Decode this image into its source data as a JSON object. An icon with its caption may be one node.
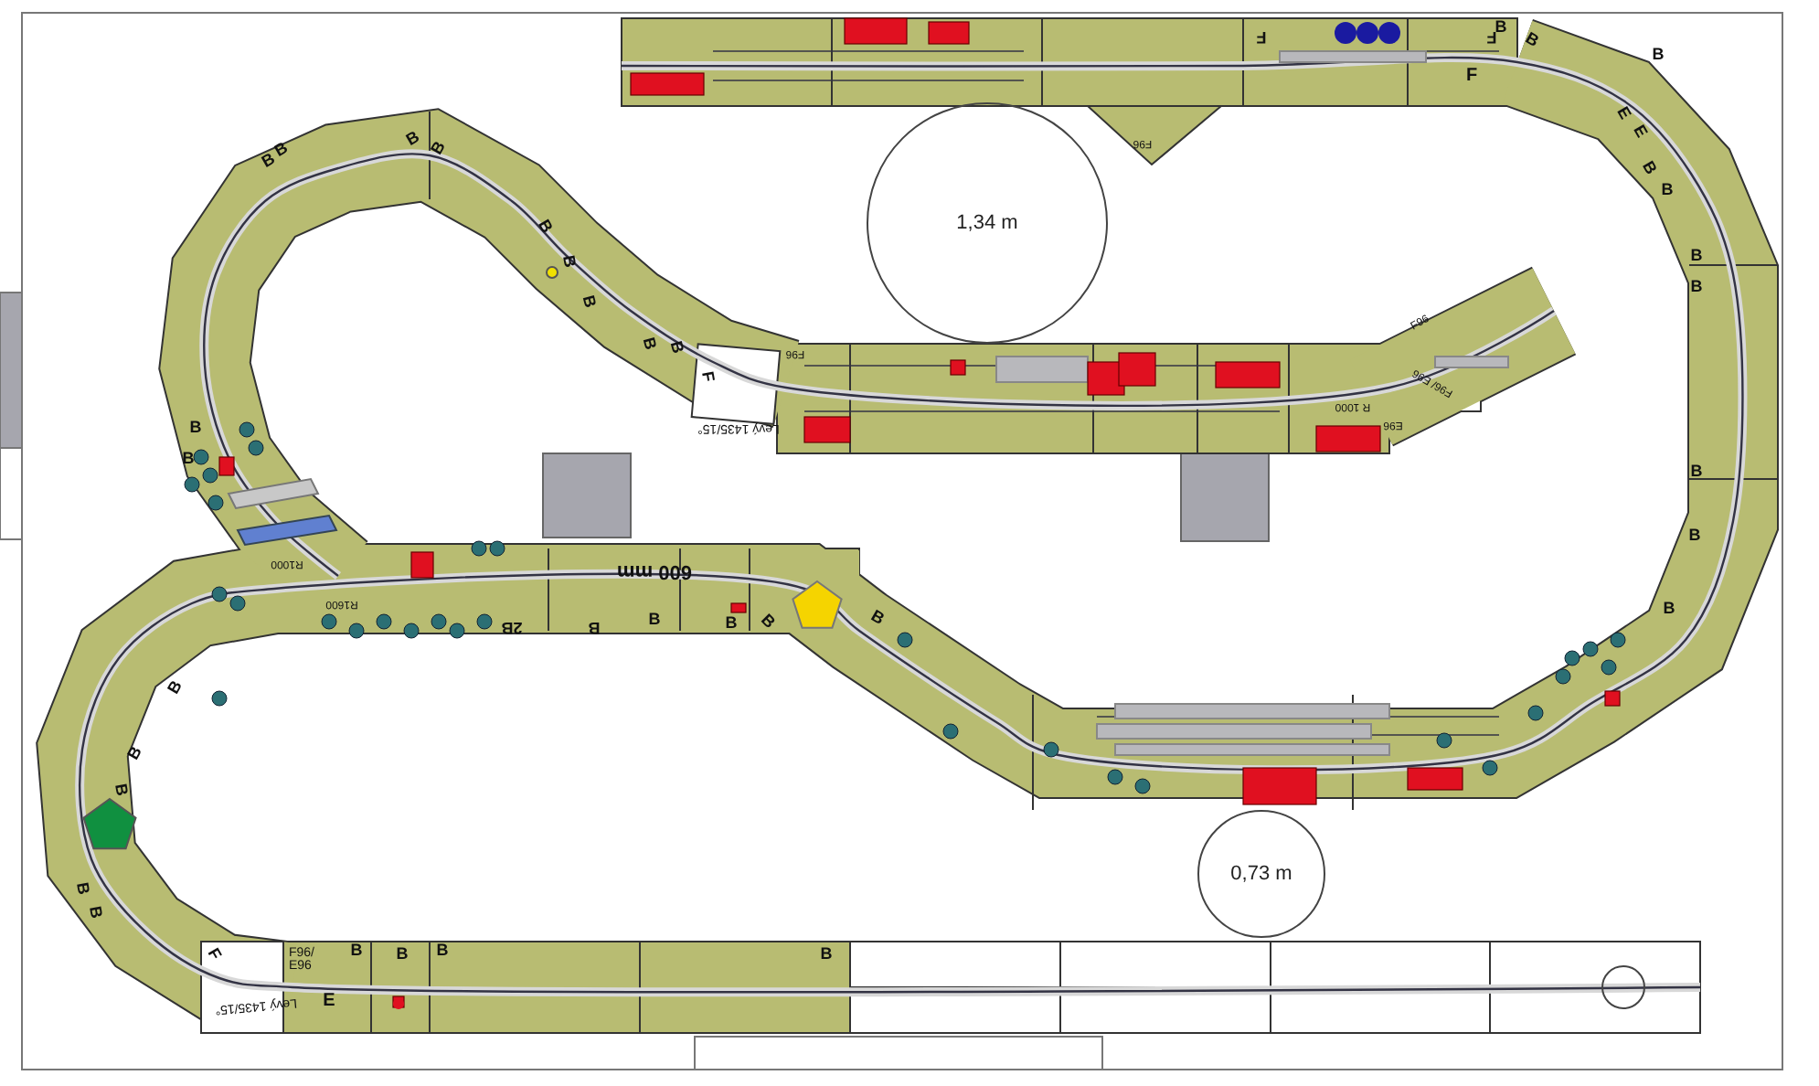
{
  "diagram": {
    "nodes": [
      {
        "text": [
          "1,34 m"
        ]
      },
      {
        "text": [
          "0,73 m"
        ]
      },
      {
        "text": [],
        "shape": "circle"
      }
    ],
    "labels": [
      "F",
      "F",
      "B",
      "B",
      "B",
      "F",
      "E",
      "E",
      "B",
      "B",
      "B",
      "B",
      "F96",
      "B",
      "B",
      "B",
      "B",
      "B",
      "B",
      "B",
      "F96",
      "B",
      "B",
      "F96",
      "F",
      "F96/ E96",
      "R 1000",
      "B",
      "Levý 1435/15°",
      "E96",
      "B",
      "B",
      "B",
      "R1000",
      "600 mm",
      "R1600",
      "B",
      "2B",
      "B",
      "B",
      "B",
      "B",
      "B",
      "B",
      "B",
      "B",
      "B",
      "B",
      "F",
      "F96/ E96",
      "B",
      "B",
      "B",
      "B",
      "Levý 1435/15°",
      "E"
    ]
  }
}
